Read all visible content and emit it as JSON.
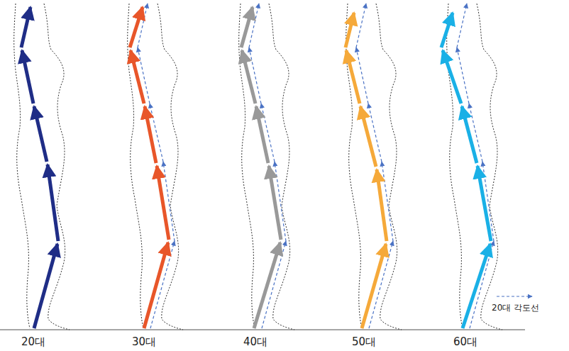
{
  "diagram": {
    "labels": [
      "20대",
      "30대",
      "40대",
      "50대",
      "60대"
    ],
    "legend": [
      {
        "text": "20대 각도선"
      }
    ]
  }
}
